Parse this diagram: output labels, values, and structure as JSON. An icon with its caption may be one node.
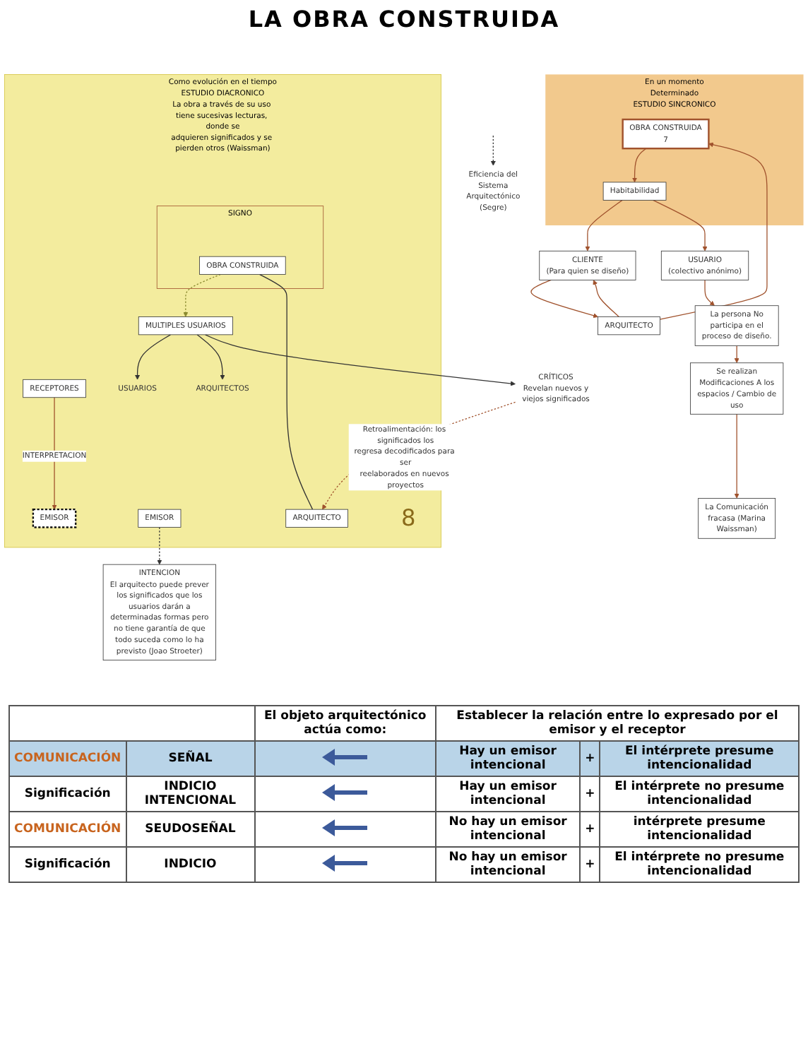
{
  "diagram": {
    "title": "LA OBRA CONSTRUIDA",
    "nodes": [
      {
        "text": [
          "En un momento Determinado",
          "ESTUDIO SINCRONICO"
        ]
      },
      {
        "text": [
          "ARQUITECTO"
        ]
      },
      {
        "text": [
          "OBRA CONSTRUIDA",
          "7"
        ],
        "in": 0
      },
      {
        "text": [
          "Habitabilidad"
        ],
        "in": 0
      },
      {
        "text": [
          "CLIENTE",
          "(Para quien se diseño)"
        ]
      },
      {
        "text": [
          "USUARIO",
          "(colectivo anónimo)"
        ]
      },
      {
        "text": [
          "La persona No participa en el proceso de diseño."
        ]
      },
      {
        "text": [
          "Se realizan Modificaciones A los espacios / Cambio de uso"
        ]
      },
      {
        "text": [
          "La Comunicación fracasa (Marina Waissman)"
        ]
      },
      {
        "text": [
          "Como evolución en el tiempo",
          "ESTUDIO DIACRONICO",
          "La obra a través de su uso tiene sucesivas lecturas, donde se adquieren significados y se pierden otros (Waissman)"
        ],
        "beside": [
          "8"
        ]
      },
      {
        "text": [
          "SIGNO"
        ],
        "in": 9
      },
      {
        "text": [
          "OBRA CONSTRUIDA"
        ],
        "in": 10
      },
      {
        "text": [
          "ARQUITECTO"
        ],
        "in": 9
      },
      {
        "text": [
          "EMISOR"
        ],
        "in": 9
      },
      {
        "text": [
          "EMISOR"
        ],
        "in": 9
      },
      {
        "text": [
          "MULTIPLES USUARIOS"
        ],
        "in": 9
      },
      {
        "text": [
          "RECEPTORES"
        ],
        "in": 9
      },
      {
        "text": [
          "USUARIOS"
        ],
        "in": 9
      },
      {
        "text": [
          "ARQUITECTOS"
        ],
        "in": 9
      },
      {
        "text": [
          "CRÍTICOS",
          "Revelan nuevos y viejos significados"
        ]
      },
      {
        "text": [
          "INTENCION",
          "El arquitecto puede prever los significados que los usuarios darán a determinadas formas pero no tiene garantía de que todo suceda como lo ha previsto (Joao Stroeter)"
        ]
      },
      {
        "text": [
          "Eficiencia del Sistema Arquitectónico (Segre)"
        ]
      }
    ],
    "edges": [
      {
        "from": 1,
        "to": 2,
        "arrow": "to"
      },
      {
        "from": 2,
        "to": 3,
        "arrow": "to"
      },
      {
        "from": 3,
        "to": 4,
        "arrow": "to"
      },
      {
        "from": 3,
        "to": 5,
        "arrow": "to"
      },
      {
        "from": 1,
        "to": 4,
        "arrow": "to"
      },
      {
        "from": 4,
        "to": 1,
        "arrow": "to"
      },
      {
        "from": 5,
        "to": 6,
        "arrow": "to"
      },
      {
        "from": 6,
        "to": 7,
        "arrow": "to"
      },
      {
        "from": 7,
        "to": 8,
        "arrow": "to"
      },
      {
        "from": 12,
        "to": 11,
        "arrow": "none",
        "color": "#333333"
      },
      {
        "from": 11,
        "to": 15,
        "arrow": "to",
        "style": "dashed",
        "color": "#8a8a30"
      },
      {
        "from": 15,
        "to": 17,
        "arrow": "to",
        "color": "#333333"
      },
      {
        "from": 15,
        "to": 18,
        "arrow": "to",
        "color": "#333333"
      },
      {
        "from": 15,
        "to": 19,
        "arrow": "to",
        "color": "#333333"
      },
      {
        "from": 13,
        "to": 20,
        "arrow": "to",
        "style": "dashed",
        "color": "#333333"
      },
      {
        "from": 16,
        "to": 14,
        "arrow": "to",
        "label": "INTERPRETACION"
      },
      {
        "from": null,
        "to": 21,
        "arrow": "to",
        "style": "dashed",
        "color": "#333333"
      },
      {
        "from": 19,
        "to": 12,
        "arrow": "to",
        "style": "dashed",
        "label": "Retroalimentación: los significados los regresa decodificados para ser reelaborados en nuevos proyectos"
      }
    ],
    "labels": [
      "El objeto arquitectónico actúa como:",
      "Establecer la relación entre lo expresado por el emisor y el receptor",
      "COMUNICACIÓN",
      "SEÑAL",
      "Hay un emisor intencional",
      "+",
      "El intérprete presume intencionalidad",
      "Significación",
      "INDICIO INTENCIONAL",
      "Hay un emisor intencional",
      "+",
      "El intérprete no presume intencionalidad",
      "COMUNICACIÓN",
      "SEUDOSEÑAL",
      "No hay un emisor intencional",
      "+",
      "intérprete presume intencionalidad",
      "Significación",
      "INDICIO",
      "No hay un emisor intencional",
      "+",
      "El intérprete no presume intencionalidad"
    ]
  }
}
